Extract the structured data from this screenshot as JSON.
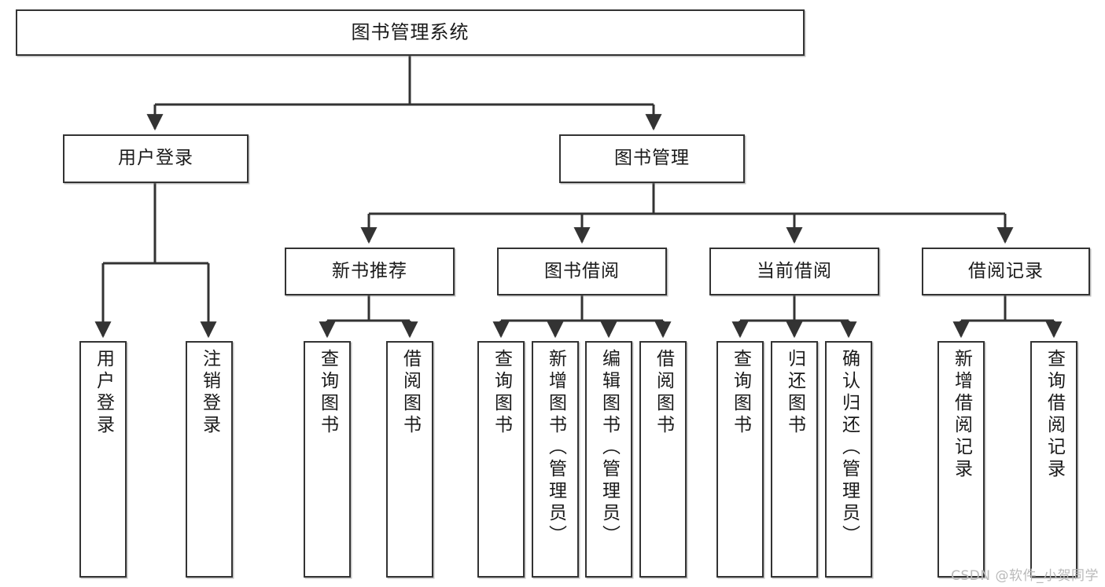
{
  "diagram": {
    "title": "图书管理系统",
    "watermark": "CSDN @软件_小贺同学",
    "line_color": "#333333",
    "box_fill": "#ffffff",
    "text_color": "#1a1a1a",
    "root": {
      "label": "图书管理系统"
    },
    "level2": [
      {
        "id": "user-login",
        "label": "用户登录"
      },
      {
        "id": "book-manage",
        "label": "图书管理"
      }
    ],
    "level3": [
      {
        "id": "new-book-recommend",
        "label": "新书推荐",
        "parent": "book-manage"
      },
      {
        "id": "book-borrow",
        "label": "图书借阅",
        "parent": "book-manage"
      },
      {
        "id": "current-borrow",
        "label": "当前借阅",
        "parent": "book-manage"
      },
      {
        "id": "borrow-record",
        "label": "借阅记录",
        "parent": "book-manage"
      }
    ],
    "leaves": [
      {
        "id": "leaf-user-login",
        "label": "用户登录",
        "parent": "user-login"
      },
      {
        "id": "leaf-logout",
        "label": "注销登录",
        "parent": "user-login"
      },
      {
        "id": "leaf-query-book-1",
        "label": "查询图书",
        "parent": "new-book-recommend"
      },
      {
        "id": "leaf-borrow-book-1",
        "label": "借阅图书",
        "parent": "new-book-recommend"
      },
      {
        "id": "leaf-query-book-2",
        "label": "查询图书",
        "parent": "book-borrow"
      },
      {
        "id": "leaf-add-book",
        "label": "新增图书（管理员）",
        "parent": "book-borrow"
      },
      {
        "id": "leaf-edit-book",
        "label": "编辑图书（管理员）",
        "parent": "book-borrow"
      },
      {
        "id": "leaf-borrow-book-2",
        "label": "借阅图书",
        "parent": "book-borrow"
      },
      {
        "id": "leaf-query-book-3",
        "label": "查询图书",
        "parent": "current-borrow"
      },
      {
        "id": "leaf-return-book",
        "label": "归还图书",
        "parent": "current-borrow"
      },
      {
        "id": "leaf-confirm-return",
        "label": "确认归还（管理员）",
        "parent": "current-borrow"
      },
      {
        "id": "leaf-add-record",
        "label": "新增借阅记录",
        "parent": "borrow-record"
      },
      {
        "id": "leaf-query-record",
        "label": "查询借阅记录",
        "parent": "borrow-record"
      }
    ]
  }
}
